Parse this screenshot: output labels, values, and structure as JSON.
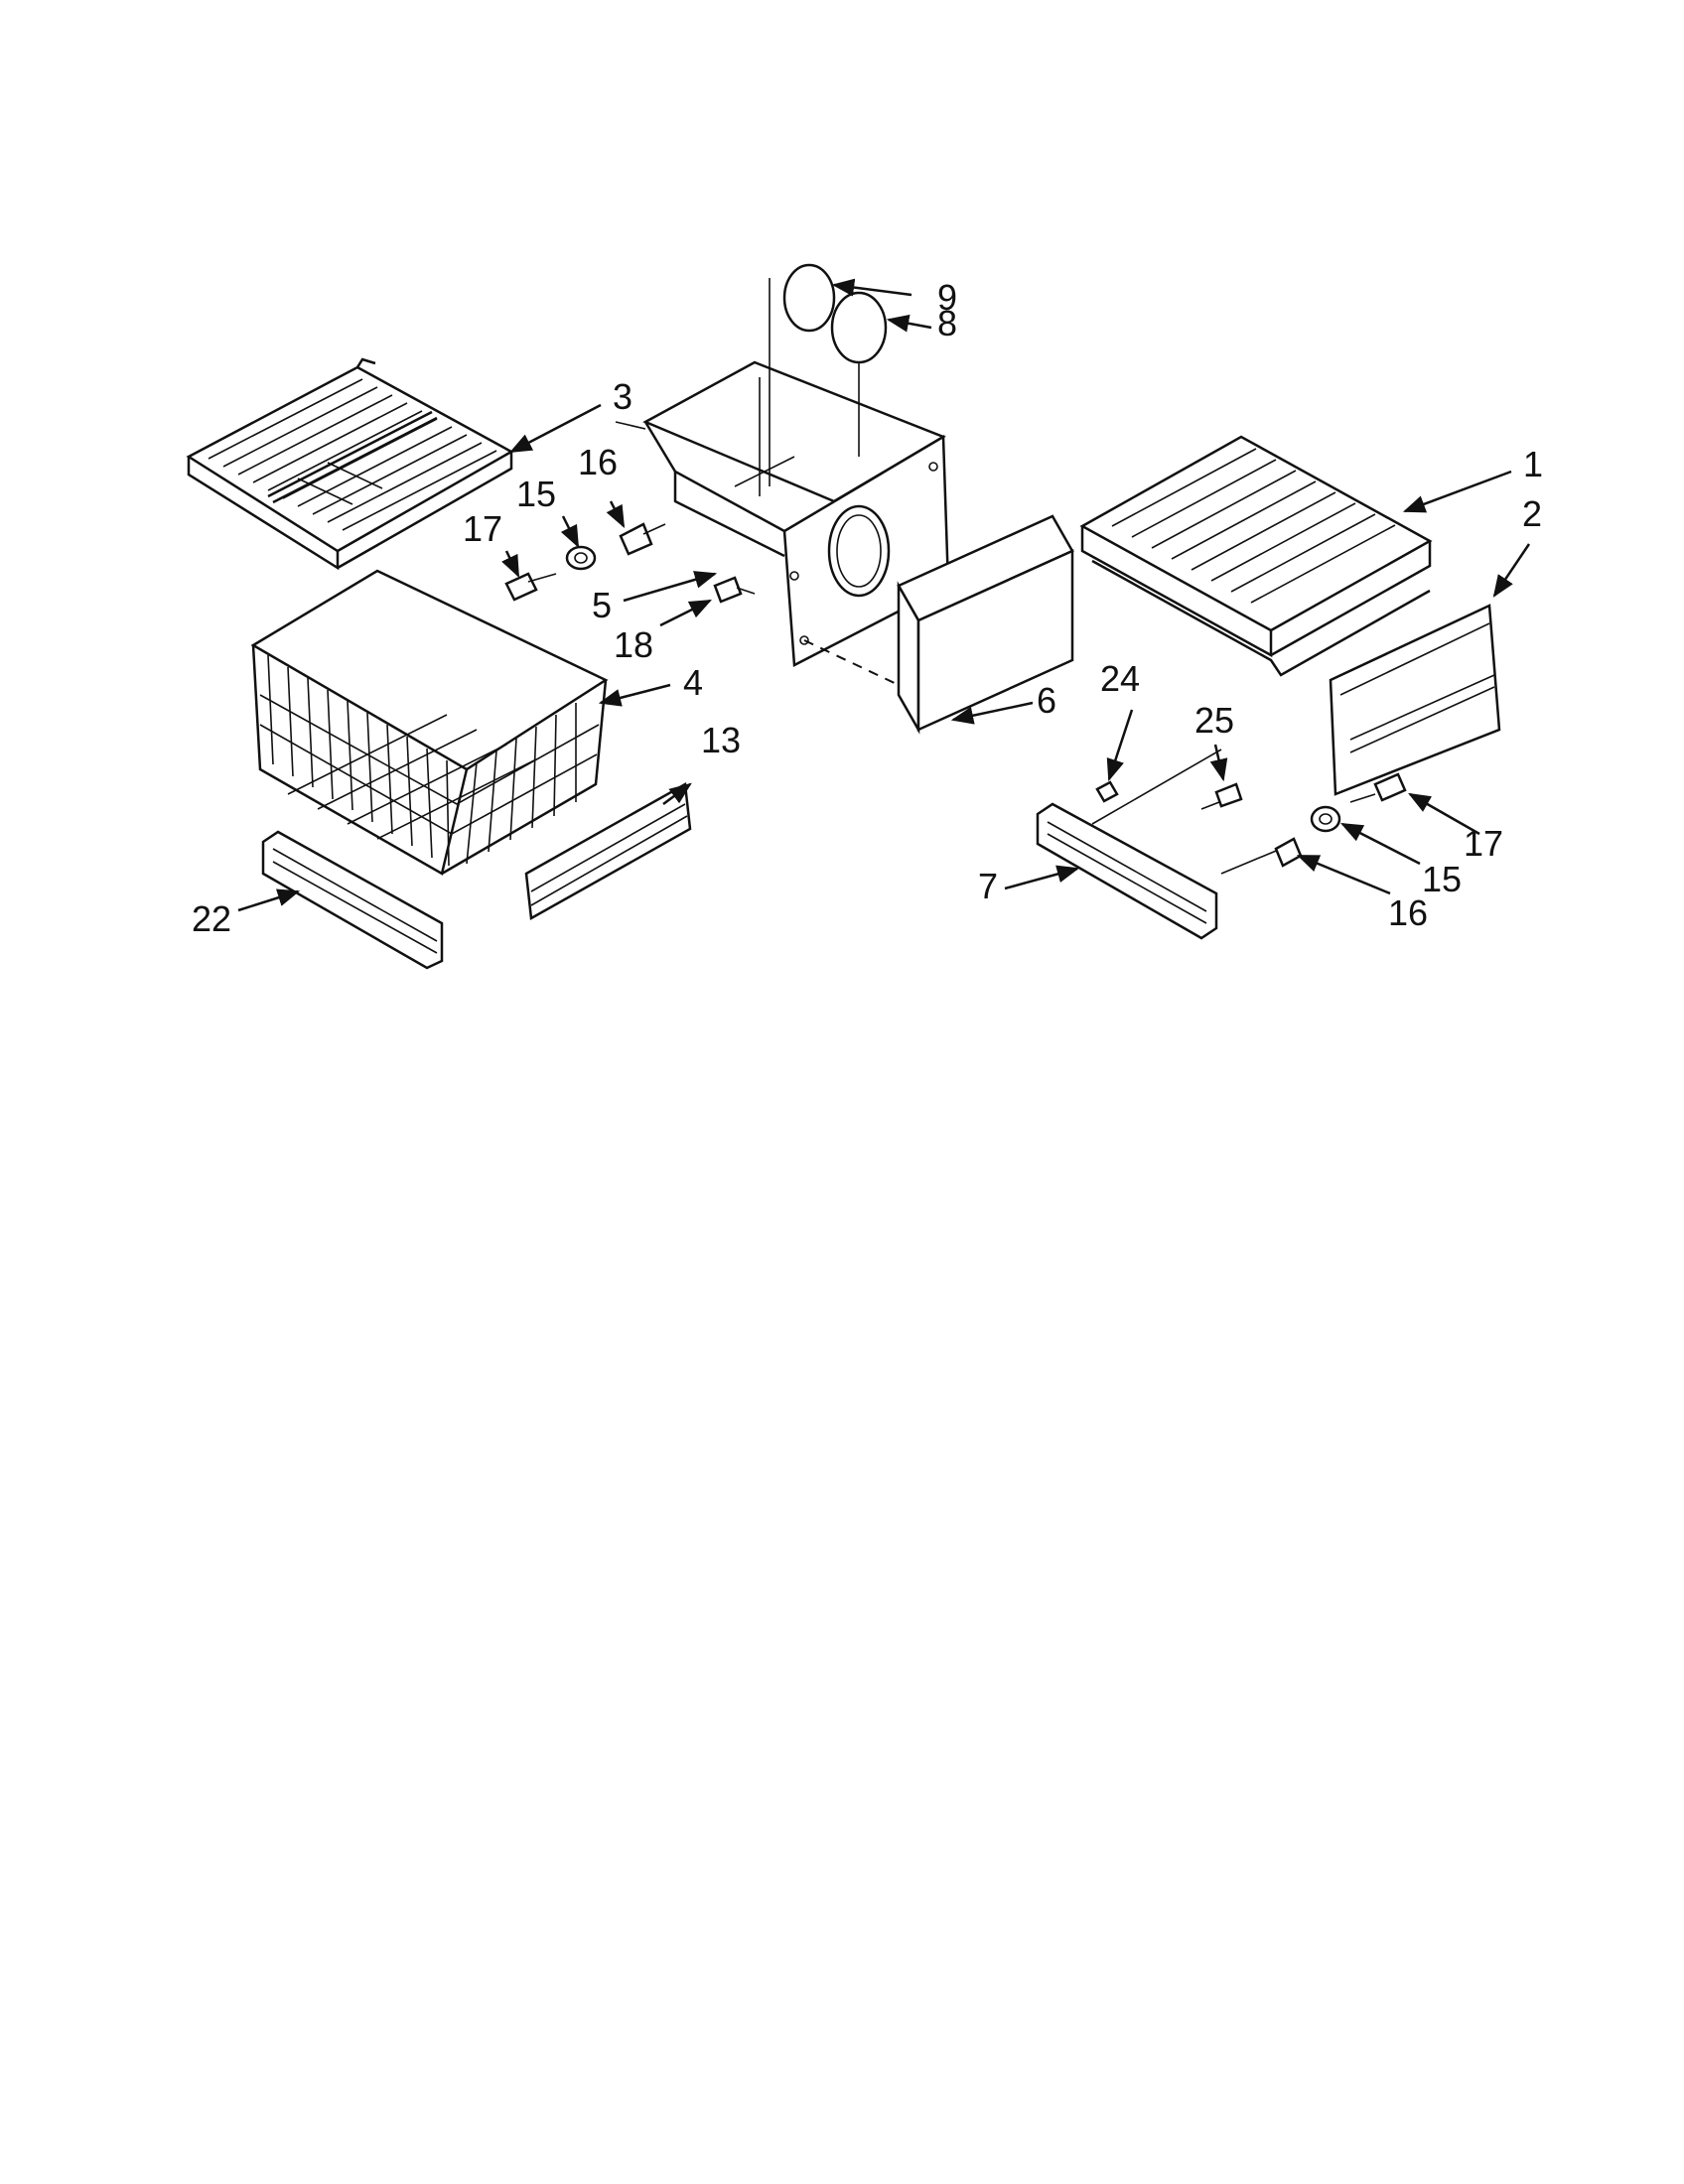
{
  "callouts": {
    "c1": "1",
    "c2": "2",
    "c3": "3",
    "c4": "4",
    "c5": "5",
    "c6": "6",
    "c7": "7",
    "c8": "8",
    "c9": "9",
    "c13": "13",
    "c15a": "15",
    "c15b": "15",
    "c16a": "16",
    "c16b": "16",
    "c17a": "17",
    "c17b": "17",
    "c18": "18",
    "c22": "22",
    "c24": "24",
    "c25": "25"
  }
}
